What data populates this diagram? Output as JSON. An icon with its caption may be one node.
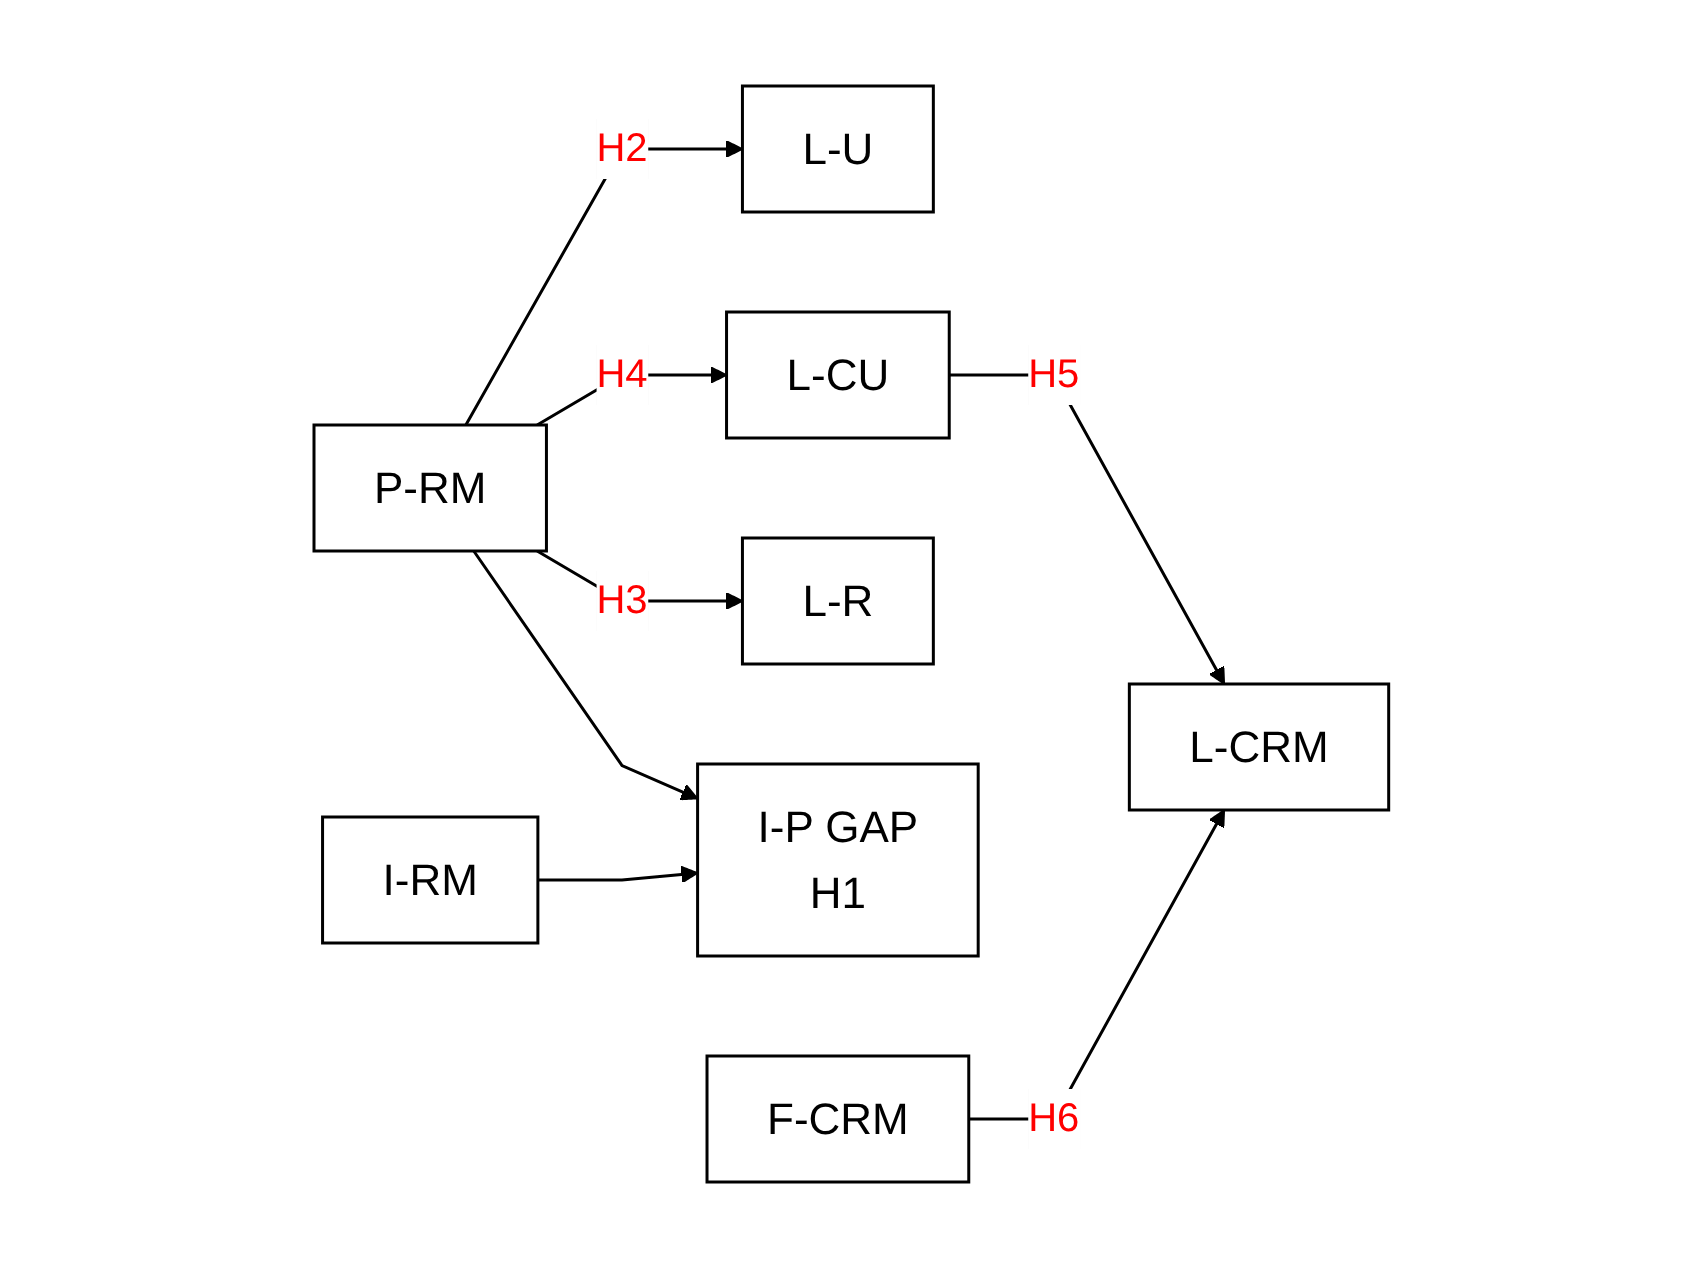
{
  "diagram": {
    "nodes": [
      {
        "text": [
          "L-U"
        ]
      },
      {
        "text": [
          "F-CRM"
        ]
      },
      {
        "text": [
          "P-RM"
        ]
      },
      {
        "text": [
          "L-R"
        ]
      },
      {
        "text": [
          "L-CRM"
        ]
      },
      {
        "text": [
          "I-P GAP",
          "H1"
        ]
      },
      {
        "text": [
          "L-CU"
        ]
      },
      {
        "text": [
          "I-RM"
        ]
      }
    ],
    "edges": [
      {
        "from": 2,
        "to": 0,
        "arrow": "to",
        "label": "H2"
      },
      {
        "from": 2,
        "to": 3,
        "arrow": "to",
        "label": "H3"
      },
      {
        "from": 2,
        "to": 6,
        "arrow": "to",
        "label": "H4"
      },
      {
        "from": 2,
        "to": 5,
        "arrow": "to"
      },
      {
        "from": 7,
        "to": 5,
        "arrow": "to"
      },
      {
        "from": 6,
        "to": 4,
        "arrow": "to",
        "label": "H5"
      },
      {
        "from": 1,
        "to": 4,
        "arrow": "to",
        "label": "H6"
      }
    ]
  }
}
